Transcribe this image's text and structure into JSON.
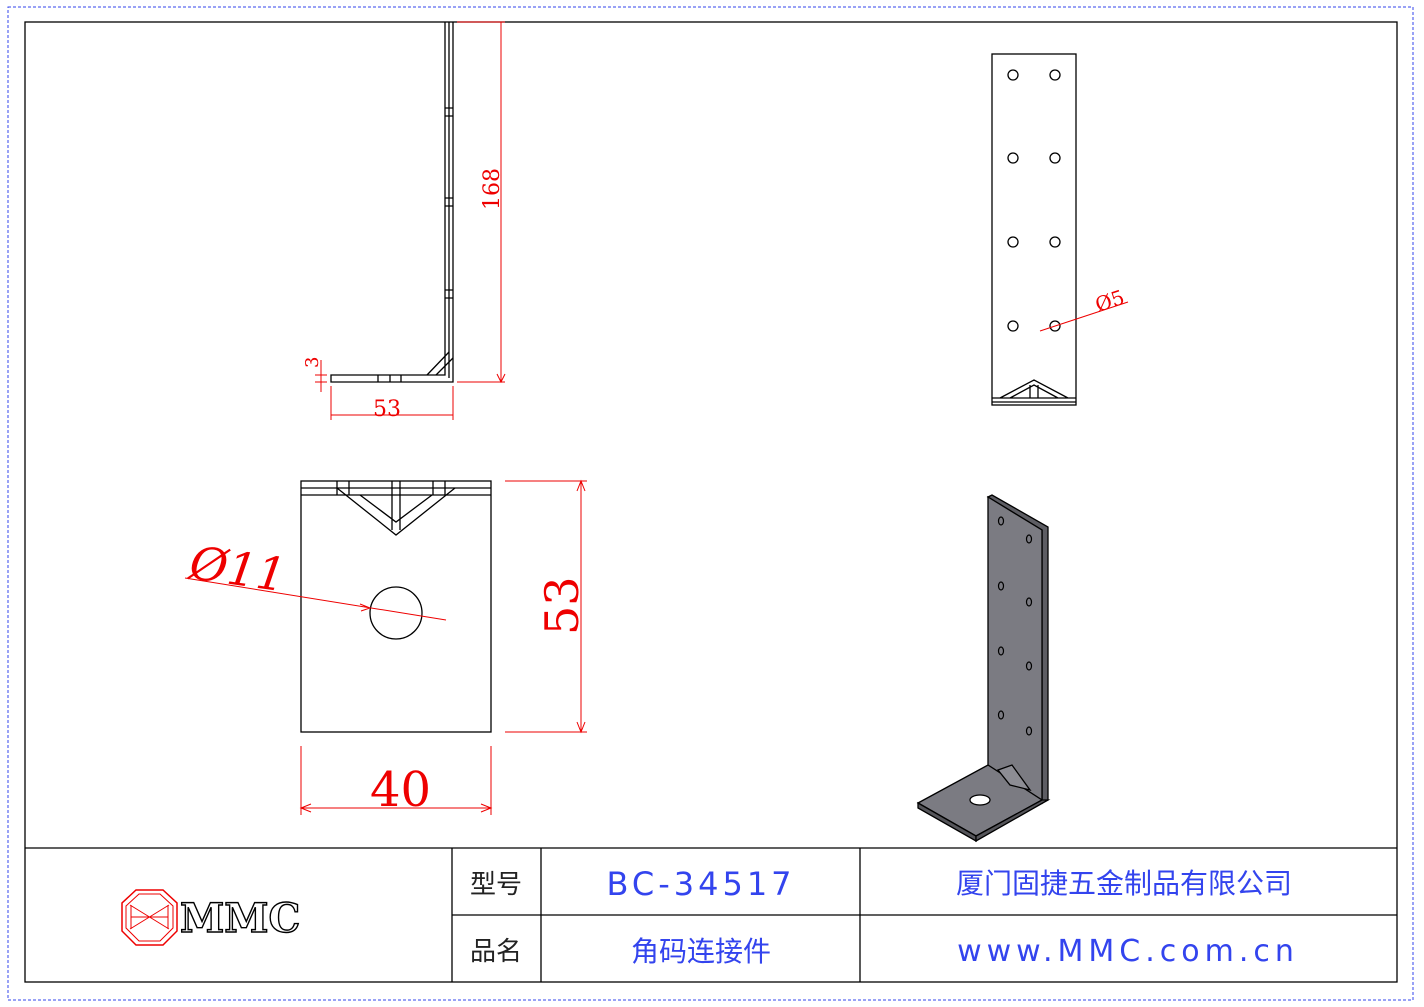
{
  "dimensions": {
    "side_height": "168",
    "side_width": "53",
    "thickness": "3",
    "hole_small_dia": "Ø5",
    "hole_large_dia": "Ø11",
    "base_depth": "53",
    "base_width": "40"
  },
  "title_block": {
    "logo_text": "MMC",
    "model_label": "型号",
    "model_value": "BC-34517",
    "name_label": "品名",
    "name_value": "角码连接件",
    "company": "厦门固捷五金制品有限公司",
    "website": "www.MMC.com.cn"
  },
  "colors": {
    "dimension": "#e00000",
    "title_text": "#3344ee"
  }
}
